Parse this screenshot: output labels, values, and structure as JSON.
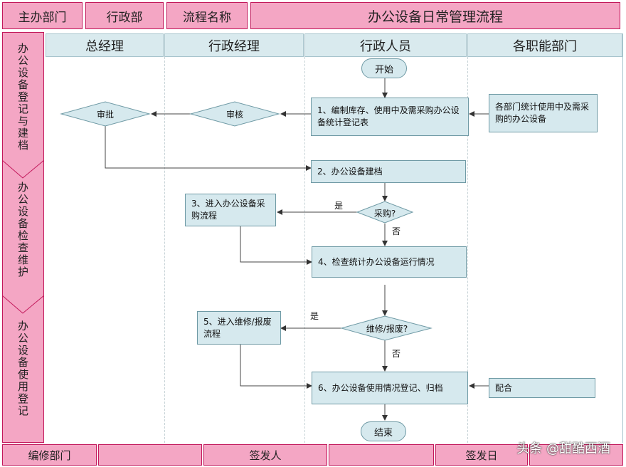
{
  "header": {
    "dept_label": "主办部门",
    "dept_value": "行政部",
    "process_label": "流程名称",
    "process_value": "办公设备日常管理流程"
  },
  "lanes": [
    "总经理",
    "行政经理",
    "行政人员",
    "各职能部门"
  ],
  "stages": [
    "办公设备登记与建档",
    "办公设备检查维护",
    "办公设备使用登记"
  ],
  "nodes": {
    "start": "开始",
    "end": "结束",
    "approve": "审批",
    "review": "审核",
    "step1": "1、编制库存、使用中及需采购办公设备统计登记表",
    "dept_stats": "各部门统计使用中及需采购的办公设备",
    "step2": "2、办公设备建档",
    "purchase_q": "采购?",
    "step3": "3、进入办公设备采购流程",
    "step4": "4、检查统计办公设备运行情况",
    "repair_q": "维修/报废?",
    "step5": "5、进入维修/报废流程",
    "step6": "6、办公设备使用情况登记、归档",
    "cooperate": "配合"
  },
  "edge_labels": {
    "yes1": "是",
    "no1": "否",
    "yes2": "是",
    "no2": "否"
  },
  "footer": {
    "editor_label": "编修部门",
    "editor_value": "",
    "issuer_label": "签发人",
    "issuer_value": "",
    "date_label": "签发日",
    "date_value": ""
  },
  "watermark": "头条 @甜酷西酒",
  "colors": {
    "header_pink": "#f4a6c4",
    "lane_head": "#d9eaee",
    "box_fill": "#d6e9ee",
    "border": "#6f9aa5"
  }
}
